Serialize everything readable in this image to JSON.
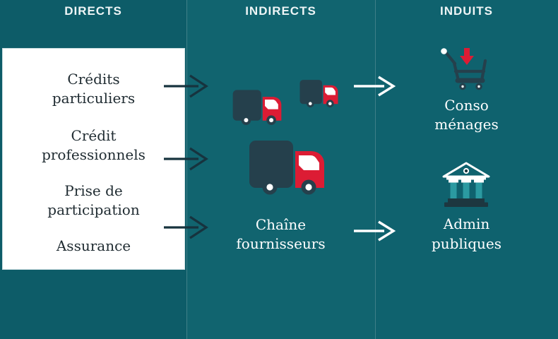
{
  "columns": {
    "directs": {
      "header": "DIRECTS",
      "items": [
        "Crédits\nparticuliers",
        "Crédit\nprofessionnels",
        "Prise de\nparticipation",
        "Assurance"
      ]
    },
    "indirects": {
      "header": "INDIRECTS",
      "label": "Chaîne\nfournisseurs",
      "icon": "delivery-truck-icon"
    },
    "induits": {
      "header": "INDUITS",
      "nodes": [
        {
          "icon": "shopping-cart-icon",
          "label": "Conso\nménages"
        },
        {
          "icon": "bank-icon",
          "label": "Admin\npubliques"
        }
      ]
    }
  },
  "icons": [
    "delivery-truck-icon",
    "shopping-cart-icon",
    "bank-icon",
    "right-arrow-icon"
  ],
  "colors": {
    "column_directs_bg": "#0d5c68",
    "column_indirects_bg": "#11646f",
    "column_induits_bg": "#0f626e",
    "panel_bg": "#ffffff",
    "divider_line": "#4f8a92",
    "accent_red": "#dc1c34",
    "icon_dark_slate": "#25404c",
    "arrow_dark": "#17333e",
    "bank_column_teal": "#2b9aa1",
    "text_dark": "#1f2b31",
    "text_light": "#ffffff"
  }
}
